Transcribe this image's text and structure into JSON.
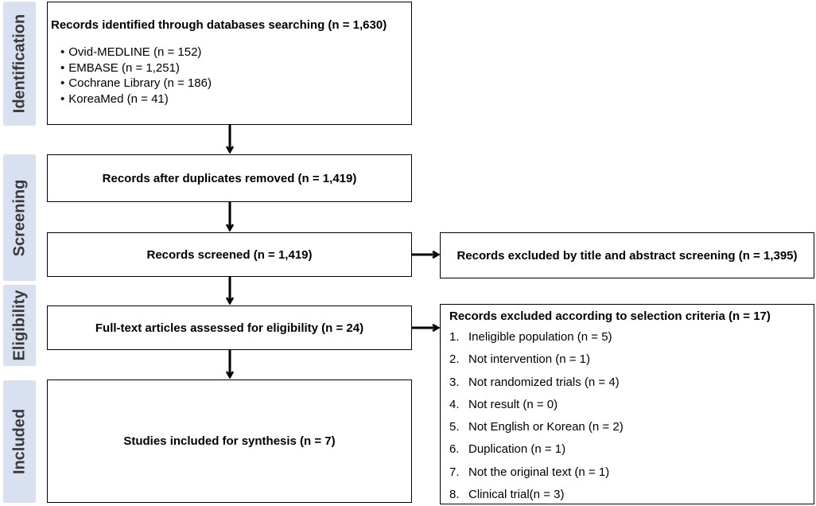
{
  "stages": [
    {
      "key": "identification",
      "label": "Identification"
    },
    {
      "key": "screening",
      "label": "Screening"
    },
    {
      "key": "eligibility",
      "label": "Eligibility"
    },
    {
      "key": "included",
      "label": "Included"
    }
  ],
  "identification": {
    "title": "Records identified through databases searching  (n = 1,630)",
    "sources": [
      "Ovid-MEDLINE (n = 152)",
      "EMBASE (n = 1,251)",
      "Cochrane Library (n = 186)",
      "KoreaMed (n = 41)"
    ]
  },
  "duplicates_removed": "Records after duplicates removed (n = 1,419)",
  "screened": "Records screened (n = 1,419)",
  "excluded_title_abstract": "Records excluded by title and abstract screening (n = 1,395)",
  "fulltext_assessed": "Full-text articles assessed for eligibility (n = 24)",
  "excluded_criteria": {
    "title": "Records excluded according to selection criteria (n = 17)",
    "items": [
      {
        "num": "1.",
        "text": "Ineligible population (n = 5)"
      },
      {
        "num": "2.",
        "text": "Not intervention (n = 1)"
      },
      {
        "num": "3.",
        "text": "Not randomized trials (n = 4)"
      },
      {
        "num": "4.",
        "text": "Not result (n = 0)"
      },
      {
        "num": "5.",
        "text": "Not English or Korean (n = 2)"
      },
      {
        "num": "6.",
        "text": "Duplication (n = 1)"
      },
      {
        "num": "7.",
        "text": "Not the original text (n = 1)"
      },
      {
        "num": "8.",
        "text": "Clinical trial(n = 3)"
      }
    ]
  },
  "included": "Studies included for synthesis (n = 7)",
  "colors": {
    "stage_tab": "#d9e1f1",
    "stage_text": "#3a3a3a",
    "border": "#000000"
  }
}
